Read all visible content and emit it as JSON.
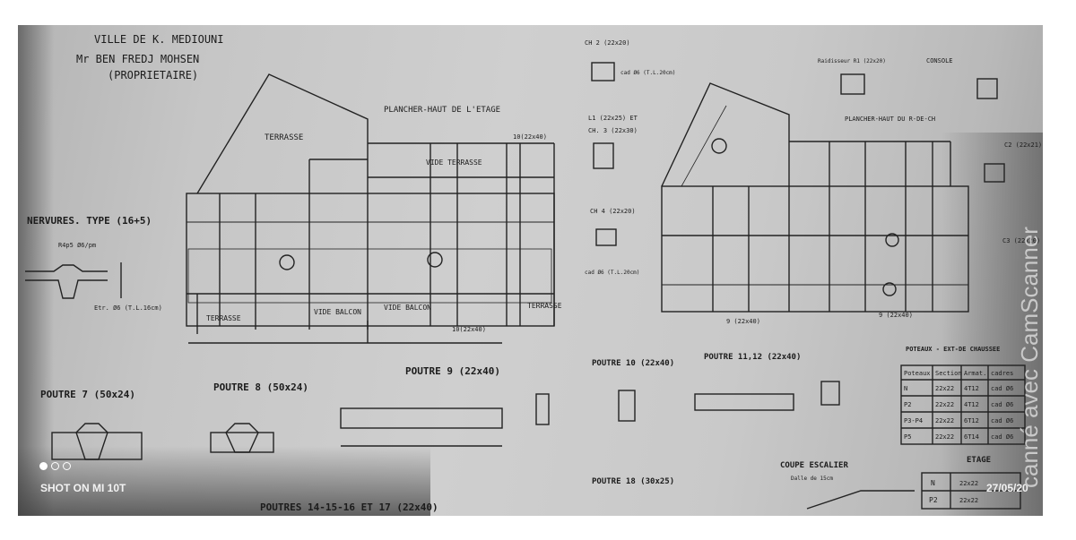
{
  "header": {
    "city": "VILLE DE K. MEDIOUNI",
    "owner": "Mr BEN FREDJ MOHSEN",
    "role": "(PROPRIETAIRE)"
  },
  "plan_first_floor": {
    "title": "PLANCHER-HAUT DE L'ETAGE",
    "terrasse": "TERRASSE",
    "vide_terrasse": "VIDE TERRASSE",
    "vide_balcon": "VIDE BALCON",
    "vide_balcon_2": "VIDE BALCON",
    "terrasse_left": "TERRASSE",
    "terrasse_right": "TERRASSE",
    "beam_bottom": "10(22x40)",
    "beam_top": "10(22x40)"
  },
  "plan_ground": {
    "title": "PLANCHER-HAUT DU R-DE-CH",
    "beam_bottom": "9 (22x40)",
    "beam_bottom_2": "9 (22x40)"
  },
  "nervures": {
    "title": "NERVURES. TYPE (16+5)",
    "rebar": "R4p5 Ø6/pm",
    "stirrup": "Etr. Ø6 (T.L.16cm)"
  },
  "chainages": {
    "ch2": "CH 2 (22x20)",
    "l1": "L1 (22x25) ET",
    "ch3": "CH. 3 (22x30)",
    "ch4": "CH 4 (22x20)",
    "cad": "cad Ø6 (T.L.20cm)"
  },
  "right_details": {
    "raidisseur": "Raidisseur R1 (22x20)",
    "console": "CONSOLE",
    "c2": "C2 (22x21)",
    "c3": "C3 (22x20)"
  },
  "poutres": {
    "p7": "POUTRE 7 (50x24)",
    "p8": "POUTRE 8 (50x24)",
    "p9": "POUTRE 9 (22x40)",
    "p10": "POUTRE 10 (22x40)",
    "p11": "POUTRE 11,12 (22x40)",
    "p18": "POUTRE 18 (30x25)",
    "p14": "POUTRES 14-15-16 ET 17 (22x40)"
  },
  "poteaux": {
    "title": "POTEAUX - EXT-DE CHAUSSEE",
    "headers": [
      "Poteaux",
      "Section",
      "Armat.",
      "cadres"
    ],
    "rows": [
      [
        "N",
        "22x22",
        "4T12",
        "cad Ø6"
      ],
      [
        "P2",
        "22x22",
        "4T12",
        "cad Ø6"
      ],
      [
        "P3-P4",
        "22x22",
        "6T12",
        "cad Ø6"
      ],
      [
        "P5",
        "22x22",
        "6T14",
        "cad Ø6"
      ]
    ]
  },
  "etage": {
    "title": "ETAGE",
    "rows": [
      [
        "N",
        "22x22"
      ],
      [
        "P2",
        "22x22"
      ]
    ]
  },
  "escalier": {
    "title": "COUPE ESCALIER",
    "sub": "Dalle de 15cm"
  },
  "camera": {
    "watermark": "SHOT ON MI 10T",
    "date": "27/05/20"
  },
  "scanner": {
    "label": "canné avec CamScanner"
  }
}
